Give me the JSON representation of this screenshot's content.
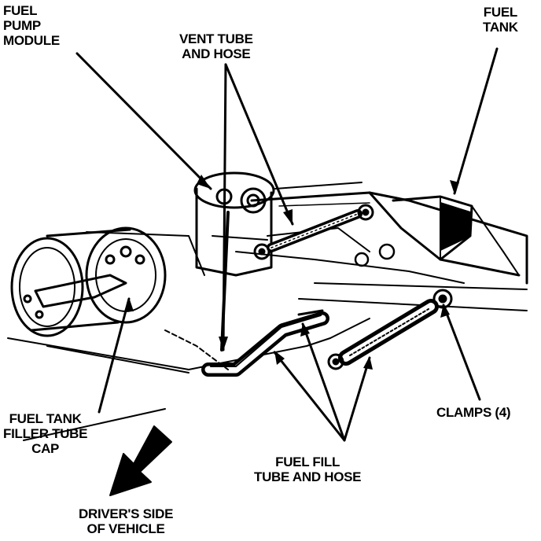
{
  "labels": {
    "fuel_pump_module": [
      "FUEL",
      "PUMP",
      "MODULE"
    ],
    "vent_tube_and_hose": [
      "VENT TUBE",
      "AND HOSE"
    ],
    "fuel_tank": [
      "FUEL",
      "TANK"
    ],
    "fuel_tank_filler_tube_cap": [
      "FUEL TANK",
      "FILLER TUBE",
      "CAP"
    ],
    "clamps": "CLAMPS (4)",
    "fuel_fill_tube_and_hose": [
      "FUEL FILL",
      "TUBE AND HOSE"
    ],
    "drivers_side_of_vehicle": [
      "DRIVER'S SIDE",
      "OF VEHICLE"
    ]
  },
  "colors": {
    "ink": "#000000",
    "paper": "#ffffff"
  }
}
